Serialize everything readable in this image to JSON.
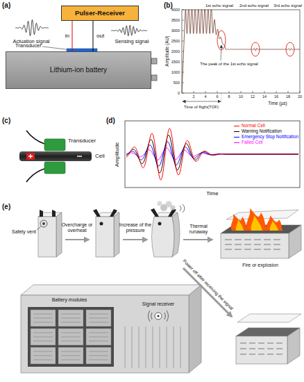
{
  "diagram": {
    "nodes": [
      {
        "text": [
          "Pulser-Receiver"
        ]
      },
      {
        "text": [
          "Lithium-ion battery"
        ]
      }
    ],
    "edges": [
      {
        "from": 0,
        "to": 1,
        "label": "in",
        "arrow": "none"
      },
      {
        "from": 1,
        "to": 0,
        "label": "out",
        "arrow": "none"
      }
    ],
    "labels": [
      "(a)",
      "Actuation signal",
      "Sensing signal",
      "Transducer",
      "(b)",
      "1st echo signal",
      "2nd echo signal",
      "3rd echo signal",
      "4000",
      "3500",
      "3000",
      "2500",
      "2000",
      "1500",
      "1000",
      "500",
      "0",
      "Amplitude (AU)",
      "2",
      "4",
      "6",
      "8",
      "10",
      "12",
      "14",
      "16",
      "18",
      "20",
      "Time (μs)",
      "The peak of the 1st echo signal",
      "Time of flight(TOF)",
      "(c)",
      "Transducer",
      "Cell",
      "(d)",
      "Amplitude",
      "Time",
      "(e)",
      "Safety vent",
      "Overcharge or overheat",
      "Increase of the pressure",
      "Thermal runaway",
      "Fire or explosion",
      "Signal receiver",
      "Battery modules",
      "Power off after receiving the signal"
    ],
    "legend": [
      {
        "text": "Normal Cell",
        "color": "#ff0000"
      },
      {
        "text": "Warning Notification",
        "color": "#000000"
      },
      {
        "text": "Emergency Stop Notification",
        "color": "#0000ff"
      },
      {
        "text": "Failed Cell",
        "color": "#ff00ff"
      }
    ]
  }
}
